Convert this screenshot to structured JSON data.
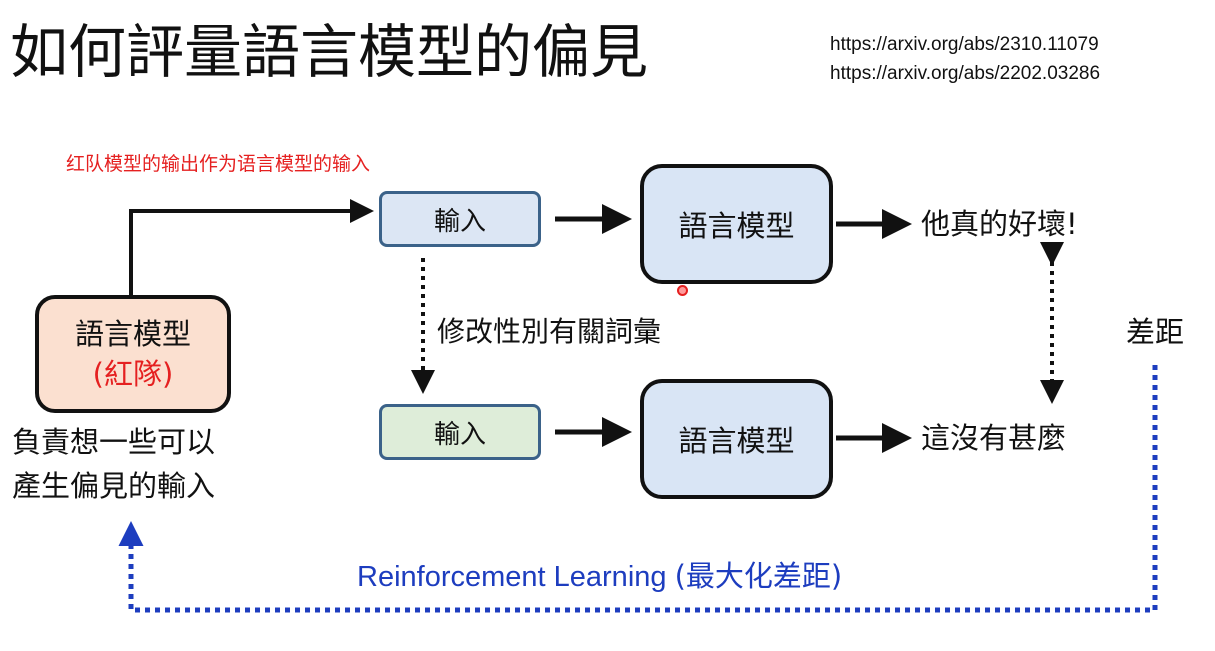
{
  "title": "如何評量語言模型的偏見",
  "references": [
    "https://arxiv.org/abs/2310.11079",
    "https://arxiv.org/abs/2202.03286"
  ],
  "annotation": "红队模型的输出作为语言模型的输入",
  "red_team": {
    "label": "語言模型",
    "sublabel": "(紅隊)",
    "description_line1": "負責想一些可以",
    "description_line2": "產生偏見的輸入"
  },
  "input_top": "輸入",
  "input_bottom": "輸入",
  "lm_top": "語言模型",
  "lm_bottom": "語言模型",
  "output_top": "他真的好壞!",
  "output_bottom": "這沒有甚麼",
  "modification_label": "修改性別有關詞彙",
  "gap_label": "差距",
  "rl_label": "Reinforcement Learning",
  "rl_suffix": "(最大化差距)",
  "colors": {
    "accent_red": "#e52020",
    "rl_blue": "#1d3dbf",
    "lm_fill": "#d9e5f5",
    "red_team_fill": "#fbe0d0",
    "input_top_fill": "#dce6f4",
    "input_bottom_fill": "#deedd9"
  }
}
